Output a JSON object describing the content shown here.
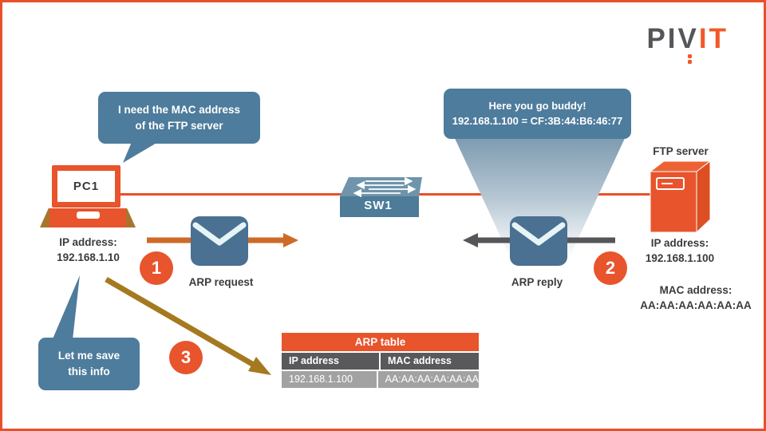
{
  "logo": {
    "part1": "PI",
    "part_v": "V",
    "part2": "IT"
  },
  "bubble_request": {
    "line1": "I need the MAC address",
    "line2": "of the FTP server"
  },
  "bubble_reply": {
    "line1": "Here you go buddy!",
    "line2": "192.168.1.100 = CF:3B:44:B6:46:77"
  },
  "bubble_save": {
    "line1": "Let me save",
    "line2": "this info"
  },
  "pc": {
    "name": "PC1",
    "ip_label": "IP address:",
    "ip": "192.168.1.10"
  },
  "switch": {
    "name": "SW1"
  },
  "server": {
    "name": "FTP server",
    "ip_label": "IP address:",
    "ip": "192.168.1.100",
    "mac_label": "MAC address:",
    "mac": "AA:AA:AA:AA:AA:AA"
  },
  "steps": {
    "one": {
      "num": "1",
      "label": "ARP request"
    },
    "two": {
      "num": "2",
      "label": "ARP reply"
    },
    "three": {
      "num": "3"
    }
  },
  "arp_table": {
    "title": "ARP table",
    "headers": [
      "IP address",
      "MAC address"
    ],
    "rows": [
      [
        "192.168.1.100",
        "AA:AA:AA:AA:AA:AA"
      ]
    ]
  },
  "colors": {
    "orange": "#e8542c",
    "border_orange": "#e8502a",
    "steel_blue": "#4e7c9c",
    "envelope_blue": "#4a7092",
    "request_arrow": "#cd6a28",
    "reply_arrow": "#55565a",
    "olive_arrow": "#a5791f",
    "table_dark": "#59595b",
    "table_light": "#a3a2a3",
    "text_dark": "#3b3b3c"
  }
}
